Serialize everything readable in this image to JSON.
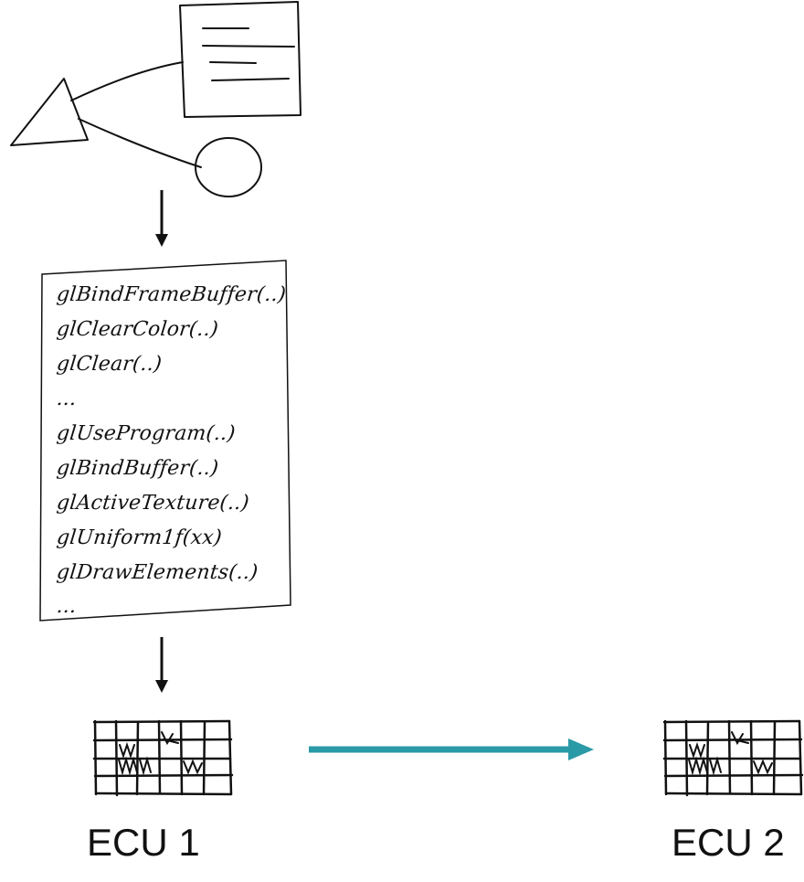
{
  "code_listing": {
    "lines": [
      "glBindFrameBuffer(..)",
      "glClearColor(..)",
      "glClear(..)",
      "...",
      "glUseProgram(..)",
      "glBindBuffer(..)",
      "glActiveTexture(..)",
      "glUniform1f(xx)",
      "glDrawElements(..)",
      "..."
    ]
  },
  "ecu1": {
    "label": "ECU 1"
  },
  "ecu2": {
    "label": "ECU 2"
  },
  "colors": {
    "stroke": "#111111",
    "transfer_arrow": "#2a9aa6"
  }
}
